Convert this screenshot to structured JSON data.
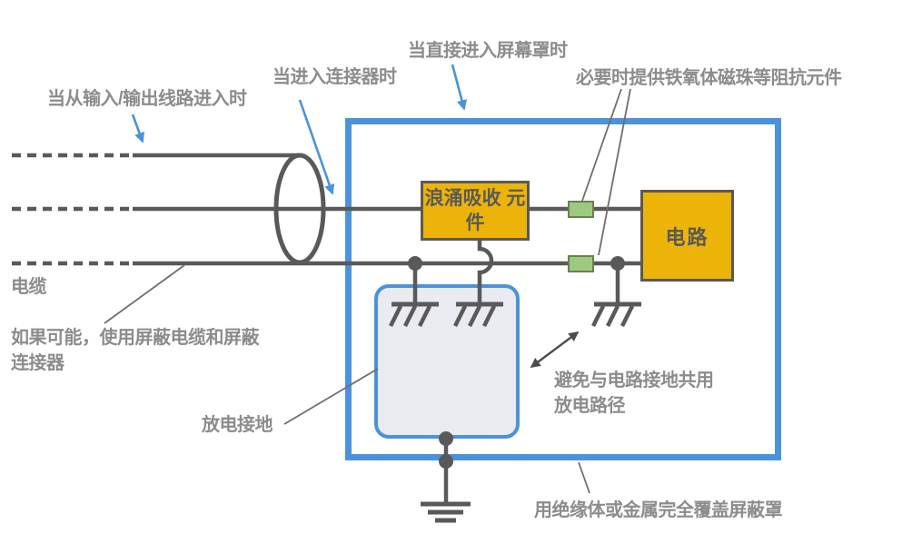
{
  "diagram_title": "surge-protection-shield-diagram",
  "labels": {
    "io_entry": "当从输入/输出线路进入时",
    "connector_entry": "当进入连接器时",
    "shield_entry": "当直接进入屏幕罩时",
    "ferrite_note": "必要时提供铁氧体磁珠等阻抗元件",
    "cable": "电缆",
    "shielded_cable_line1": "如果可能，使用屏蔽电缆和屏蔽",
    "shielded_cable_line2": "连接器",
    "discharge_ground": "放电接地",
    "avoid_line1": "避免与电路接地共用",
    "avoid_line2": "放电路径",
    "cover_note": "用绝缘体或金属完全覆盖屏蔽罩"
  },
  "components": {
    "surge_absorber_line1": "浪涌吸收",
    "surge_absorber_line2": "元件",
    "circuit": "电路"
  },
  "colors": {
    "stroke": "#595959",
    "label": "#8C8C8C",
    "blue": "#4A93DB",
    "plate_fill": "#E9EBF1",
    "box_fill": "#ECB408",
    "box_border": "#595959",
    "box_text": "#595959",
    "bead_fill": "#9DCA7F",
    "bead_border": "#6B7F54",
    "callout": "#6E6E6E"
  }
}
